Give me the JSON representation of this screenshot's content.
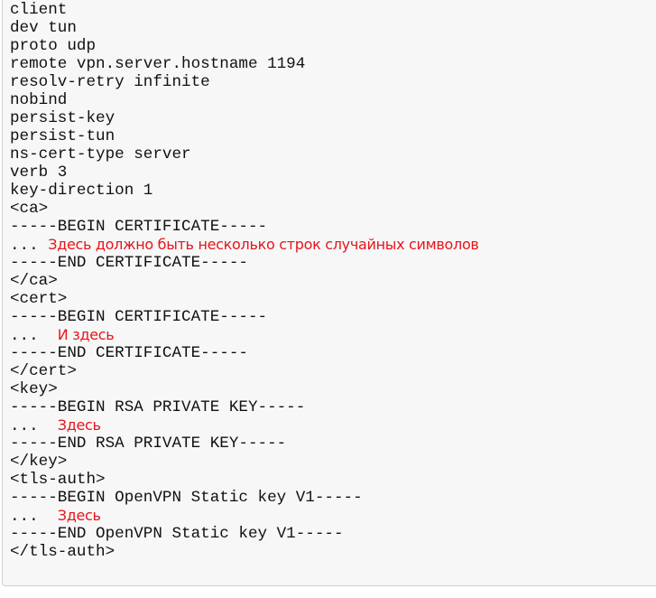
{
  "lines": [
    {
      "text": "client"
    },
    {
      "text": "dev tun"
    },
    {
      "text": "proto udp"
    },
    {
      "text": "remote vpn.server.hostname 1194"
    },
    {
      "text": "resolv-retry infinite"
    },
    {
      "text": "nobind"
    },
    {
      "text": "persist-key"
    },
    {
      "text": "persist-tun"
    },
    {
      "text": "ns-cert-type server"
    },
    {
      "text": "verb 3"
    },
    {
      "text": "key-direction 1"
    },
    {
      "text": "<ca>"
    },
    {
      "text": "-----BEGIN CERTIFICATE-----"
    },
    {
      "text": "... ",
      "note": "Здесь должно быть несколько строк случайных символов"
    },
    {
      "text": "-----END CERTIFICATE-----"
    },
    {
      "text": "</ca>"
    },
    {
      "text": "<cert>"
    },
    {
      "text": "-----BEGIN CERTIFICATE-----"
    },
    {
      "text": "...  ",
      "note": "И здесь"
    },
    {
      "text": "-----END CERTIFICATE-----"
    },
    {
      "text": "</cert>"
    },
    {
      "text": "<key>"
    },
    {
      "text": "-----BEGIN RSA PRIVATE KEY-----"
    },
    {
      "text": "...  ",
      "note": "Здесь"
    },
    {
      "text": "-----END RSA PRIVATE KEY-----"
    },
    {
      "text": "</key>"
    },
    {
      "text": "<tls-auth>"
    },
    {
      "text": "-----BEGIN OpenVPN Static key V1-----"
    },
    {
      "text": "...  ",
      "note": "Здесь"
    },
    {
      "text": "-----END OpenVPN Static key V1-----"
    },
    {
      "text": "</tls-auth>"
    }
  ],
  "colors": {
    "note": "#e8141b",
    "background": "#f7f7f7"
  }
}
